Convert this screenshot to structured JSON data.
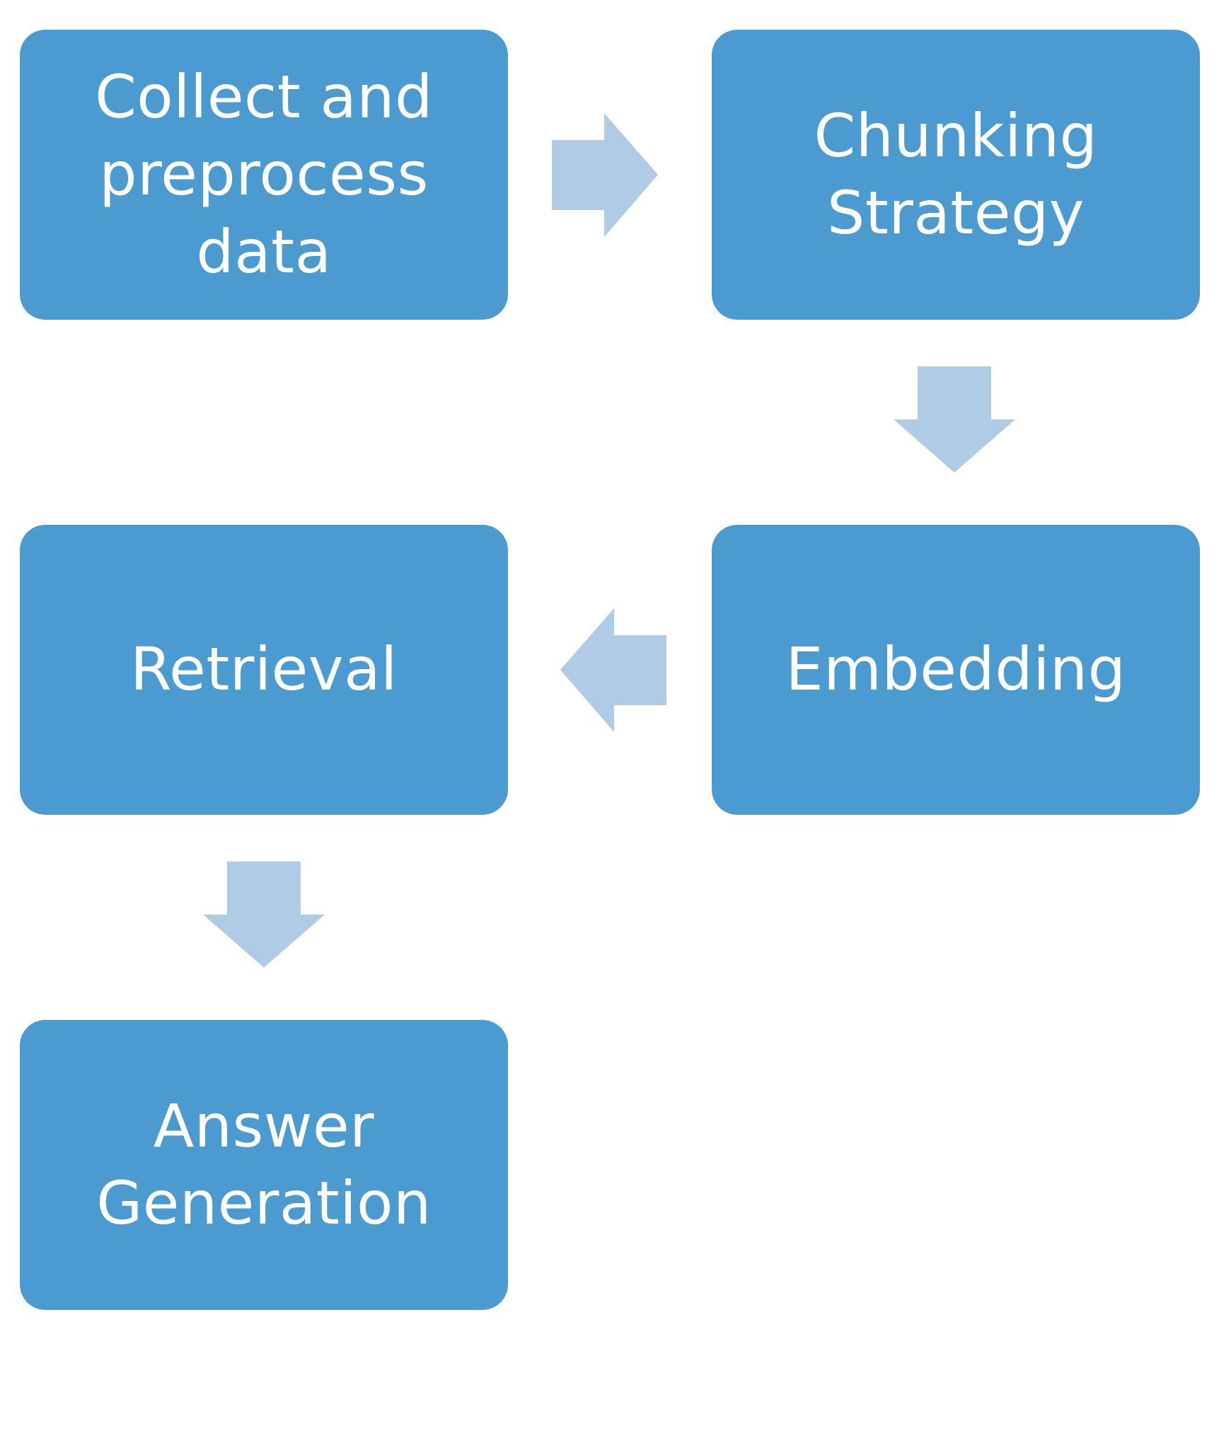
{
  "diagram": {
    "steps": [
      {
        "id": "collect",
        "label": "Collect and preprocess data"
      },
      {
        "id": "chunking",
        "label": "Chunking Strategy"
      },
      {
        "id": "embedding",
        "label": "Embedding"
      },
      {
        "id": "retrieval",
        "label": "Retrieval"
      },
      {
        "id": "answer",
        "label": "Answer Generation"
      }
    ],
    "edges": [
      {
        "from": "collect",
        "to": "chunking",
        "direction": "right"
      },
      {
        "from": "chunking",
        "to": "embedding",
        "direction": "down"
      },
      {
        "from": "embedding",
        "to": "retrieval",
        "direction": "left"
      },
      {
        "from": "retrieval",
        "to": "answer",
        "direction": "down"
      }
    ],
    "colors": {
      "box_fill": "#4b9bd1",
      "box_text": "#ffffff",
      "arrow_fill": "#b0cbe5",
      "background": "#ffffff"
    }
  }
}
